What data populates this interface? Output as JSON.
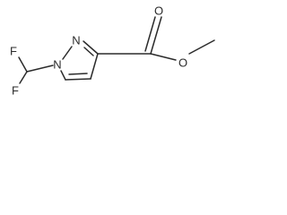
{
  "molecule": {
    "atom_labels": {
      "fluorine_top": "F",
      "fluorine_bottom": "F",
      "nitrogen_1": "N",
      "nitrogen_2": "N",
      "carbonyl_oxygen": "O",
      "ester_oxygen": "O"
    }
  }
}
